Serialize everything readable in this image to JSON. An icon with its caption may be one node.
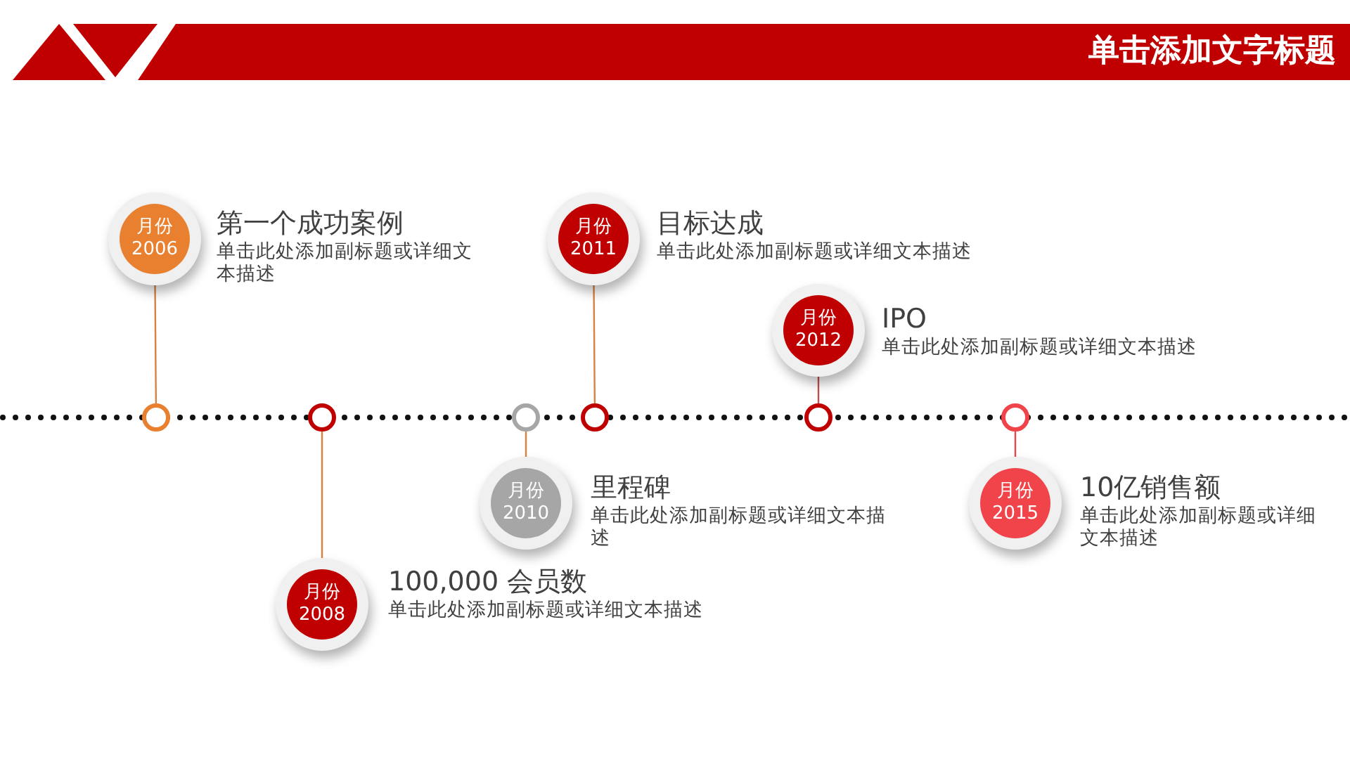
{
  "diagram": {
    "title": "单击添加文字标题",
    "nodes": [
      {
        "text": [
          "月份",
          "2006"
        ],
        "beside": [
          "第一个成功案例",
          "单击此处添加副标题或详细文本描述"
        ]
      },
      {
        "text": [
          "月份",
          "2008"
        ],
        "beside": [
          "100,000 会员数",
          "单击此处添加副标题或详细文本描述"
        ]
      },
      {
        "text": [
          "月份",
          "2010"
        ],
        "beside": [
          "里程碑",
          "单击此处添加副标题或详细文本描述"
        ]
      },
      {
        "text": [
          "月份",
          "2011"
        ],
        "beside": [
          "目标达成",
          "单击此处添加副标题或详细文本描述"
        ]
      },
      {
        "text": [
          "月份",
          "2012"
        ],
        "beside": [
          "IPO",
          "单击此处添加副标题或详细文本描述"
        ]
      },
      {
        "text": [
          "月份",
          "2015"
        ],
        "beside": [
          "10亿销售额",
          "单击此处添加副标题或详细文本描述"
        ]
      },
      {
        "text": [],
        "shape": "circle"
      },
      {
        "text": [],
        "shape": "circle"
      },
      {
        "text": [],
        "shape": "circle"
      },
      {
        "text": [],
        "shape": "circle"
      },
      {
        "text": [],
        "shape": "circle"
      },
      {
        "text": [],
        "shape": "circle"
      }
    ],
    "edges": [
      {
        "from": 0,
        "to": 6,
        "arrow": "none"
      },
      {
        "from": 1,
        "to": 7,
        "arrow": "none"
      },
      {
        "from": 2,
        "to": 8,
        "arrow": "none"
      },
      {
        "from": 3,
        "to": 9,
        "arrow": "none"
      },
      {
        "from": 4,
        "to": 10,
        "arrow": "none",
        "color": "#c0504d"
      },
      {
        "from": 5,
        "to": 11,
        "arrow": "none",
        "color": "#e8474c"
      }
    ]
  }
}
